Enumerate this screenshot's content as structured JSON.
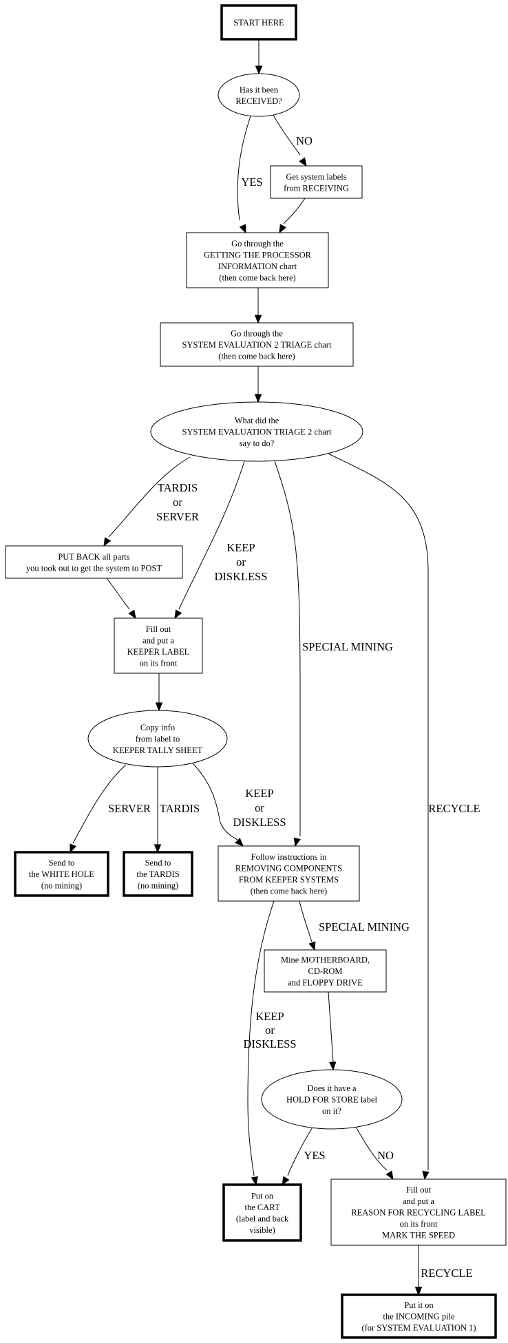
{
  "diagram": {
    "type": "flowchart",
    "nodes": [
      {
        "id": "start",
        "shape": "box",
        "emphasis": "bold",
        "lines": [
          "START HERE"
        ]
      },
      {
        "id": "received",
        "shape": "ellipse",
        "lines": [
          "Has it been",
          "RECEIVED?"
        ]
      },
      {
        "id": "get_labels",
        "shape": "box",
        "lines": [
          "Get system labels",
          "from RECEIVING"
        ]
      },
      {
        "id": "processor",
        "shape": "box",
        "lines": [
          "Go through the",
          "GETTING THE PROCESSOR",
          "INFORMATION chart",
          "(then come back here)"
        ]
      },
      {
        "id": "triage",
        "shape": "box",
        "lines": [
          "Go through the",
          "SYSTEM EVALUATION 2 TRIAGE chart",
          "(then come back here)"
        ]
      },
      {
        "id": "what_did",
        "shape": "ellipse",
        "lines": [
          "What did the",
          "SYSTEM EVALUATION TRIAGE 2 chart",
          "say to do?"
        ]
      },
      {
        "id": "put_back",
        "shape": "box",
        "lines": [
          "PUT BACK all parts",
          "you took out to get the system to POST"
        ]
      },
      {
        "id": "keeper_label",
        "shape": "box",
        "lines": [
          "Fill out",
          "and put a",
          "KEEPER LABEL",
          "on its front"
        ]
      },
      {
        "id": "copy_info",
        "shape": "ellipse",
        "lines": [
          "Copy info",
          "from label to",
          "KEEPER TALLY SHEET"
        ]
      },
      {
        "id": "white_hole",
        "shape": "box",
        "emphasis": "bold",
        "lines": [
          "Send to",
          "the WHITE HOLE",
          "(no mining)"
        ]
      },
      {
        "id": "tardis",
        "shape": "box",
        "emphasis": "bold",
        "lines": [
          "Send to",
          "the TARDIS",
          "(no mining)"
        ]
      },
      {
        "id": "follow",
        "shape": "box",
        "lines": [
          "Follow instructions in",
          "REMOVING COMPONENTS",
          "FROM KEEPER SYSTEMS",
          "(then come back here)"
        ]
      },
      {
        "id": "mine",
        "shape": "box",
        "lines": [
          "Mine MOTHERBOARD,",
          "CD-ROM",
          "and FLOPPY DRIVE"
        ]
      },
      {
        "id": "hold",
        "shape": "ellipse",
        "lines": [
          "Does it have a",
          "HOLD FOR STORE label",
          "on it?"
        ]
      },
      {
        "id": "cart",
        "shape": "box",
        "emphasis": "bold",
        "lines": [
          "Put on",
          "the CART",
          "(label and back",
          "visible)"
        ]
      },
      {
        "id": "recycle_label",
        "shape": "box",
        "lines": [
          "Fill out",
          "and put a",
          "REASON FOR RECYCLING LABEL",
          "on its front",
          "MARK THE SPEED"
        ]
      },
      {
        "id": "incoming",
        "shape": "box",
        "emphasis": "bold",
        "lines": [
          "Put it on",
          "the INCOMING pile",
          "(for SYSTEM EVALUATION 1)"
        ]
      }
    ],
    "edges": [
      {
        "from": "start",
        "to": "received",
        "label": []
      },
      {
        "from": "received",
        "to": "processor",
        "label": [
          "YES"
        ]
      },
      {
        "from": "received",
        "to": "get_labels",
        "label": [
          "NO"
        ]
      },
      {
        "from": "get_labels",
        "to": "processor",
        "label": []
      },
      {
        "from": "processor",
        "to": "triage",
        "label": []
      },
      {
        "from": "triage",
        "to": "what_did",
        "label": []
      },
      {
        "from": "what_did",
        "to": "put_back",
        "label": [
          "TARDIS",
          "or",
          "SERVER"
        ]
      },
      {
        "from": "what_did",
        "to": "keeper_label",
        "label": [
          "KEEP",
          "or",
          "DISKLESS"
        ]
      },
      {
        "from": "what_did",
        "to": "follow",
        "label": [
          "SPECIAL MINING"
        ]
      },
      {
        "from": "what_did",
        "to": "recycle_label",
        "label": [
          "RECYCLE"
        ]
      },
      {
        "from": "put_back",
        "to": "keeper_label",
        "label": []
      },
      {
        "from": "keeper_label",
        "to": "copy_info",
        "label": []
      },
      {
        "from": "copy_info",
        "to": "white_hole",
        "label": [
          "SERVER"
        ]
      },
      {
        "from": "copy_info",
        "to": "tardis",
        "label": [
          "TARDIS"
        ]
      },
      {
        "from": "copy_info",
        "to": "follow",
        "label": [
          "KEEP",
          "or",
          "DISKLESS"
        ]
      },
      {
        "from": "follow",
        "to": "mine",
        "label": [
          "SPECIAL MINING"
        ]
      },
      {
        "from": "follow",
        "to": "cart",
        "label": [
          "KEEP",
          "or",
          "DISKLESS"
        ]
      },
      {
        "from": "mine",
        "to": "hold",
        "label": []
      },
      {
        "from": "hold",
        "to": "cart",
        "label": [
          "YES"
        ]
      },
      {
        "from": "hold",
        "to": "recycle_label",
        "label": [
          "NO"
        ]
      },
      {
        "from": "recycle_label",
        "to": "incoming",
        "label": [
          "RECYCLE"
        ]
      }
    ]
  }
}
